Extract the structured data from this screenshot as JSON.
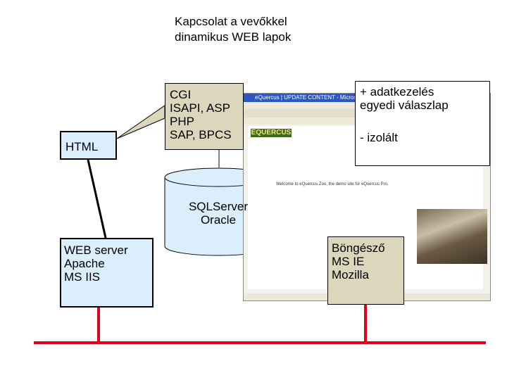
{
  "title": "Kapcsolat a vevőkkel\ndinamikus WEB lapok",
  "nodes": {
    "html": "HTML",
    "cgi": "CGI\nISAPI, ASP\nPHP\nSAP, BPCS",
    "database": "SQLServer\nOracle",
    "web_server": "WEB server\nApache\nMS IIS",
    "browser": "Böngésző\nMS IE\nMozilla",
    "data_handling": "+ adatkezelés\n   egyedi válaszlap",
    "isolated": "- izolált"
  },
  "screenshot": {
    "window_title": "eQuercus | UPDATE CONTENT - Microsoft Internet Explorer",
    "logo_text": "EQUERCUS",
    "heading": "Welcome to eQuercus Zoo, the demo site for eQuercus Pro."
  },
  "colors": {
    "box_blue": "#dbeefb",
    "box_tan": "#dcd6bd",
    "network_red": "#e3001b"
  }
}
